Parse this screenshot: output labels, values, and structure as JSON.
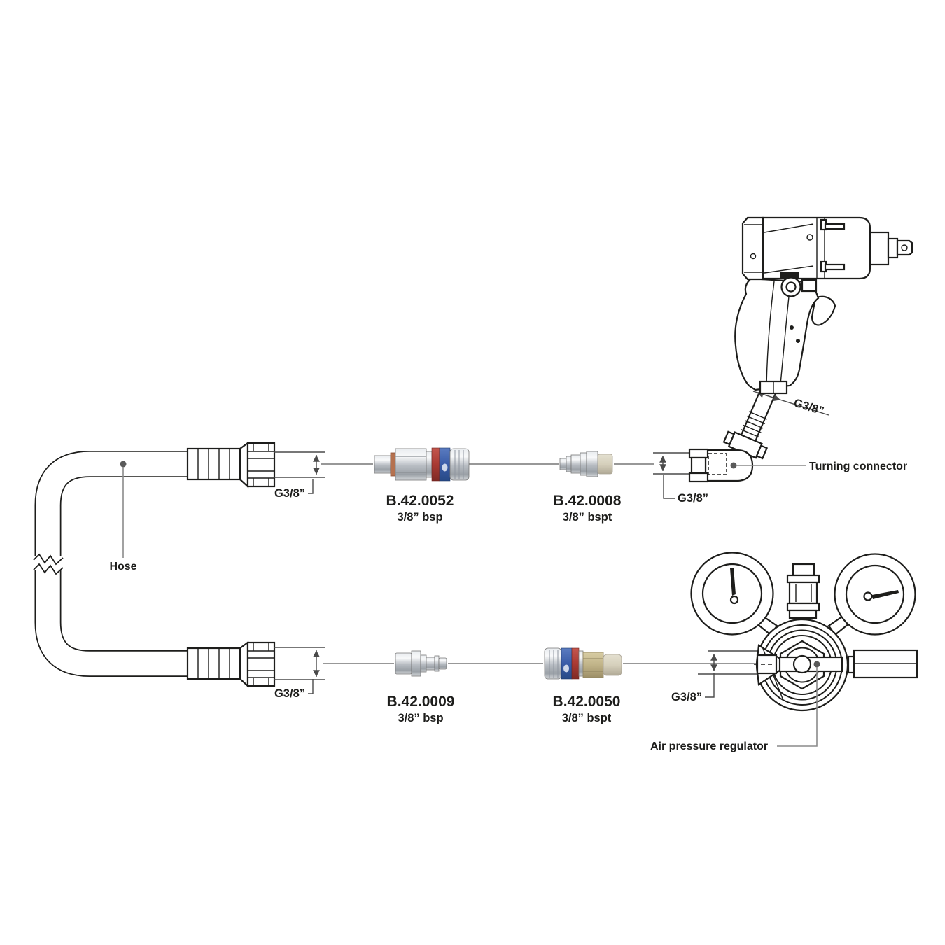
{
  "labels": {
    "hose": "Hose",
    "turning_connector": "Turning connector",
    "air_pressure_regulator": "Air pressure regulator",
    "g38": "G3/8”"
  },
  "parts": [
    {
      "id": "B.42.0052",
      "size": "3/8” bsp"
    },
    {
      "id": "B.42.0008",
      "size": "3/8” bspt"
    },
    {
      "id": "B.42.0009",
      "size": "3/8” bsp"
    },
    {
      "id": "B.42.0050",
      "size": "3/8” bspt"
    }
  ],
  "colors": {
    "line": "#1d1d1b",
    "leader_gray": "#8a8a8a",
    "band_red": "#a93a33",
    "band_blue": "#3a5ca8",
    "thread_beige": "#d6d0bc",
    "brass": "#c0b388",
    "metal": "#b7bcc2",
    "copper_ring": "#b5714f"
  }
}
